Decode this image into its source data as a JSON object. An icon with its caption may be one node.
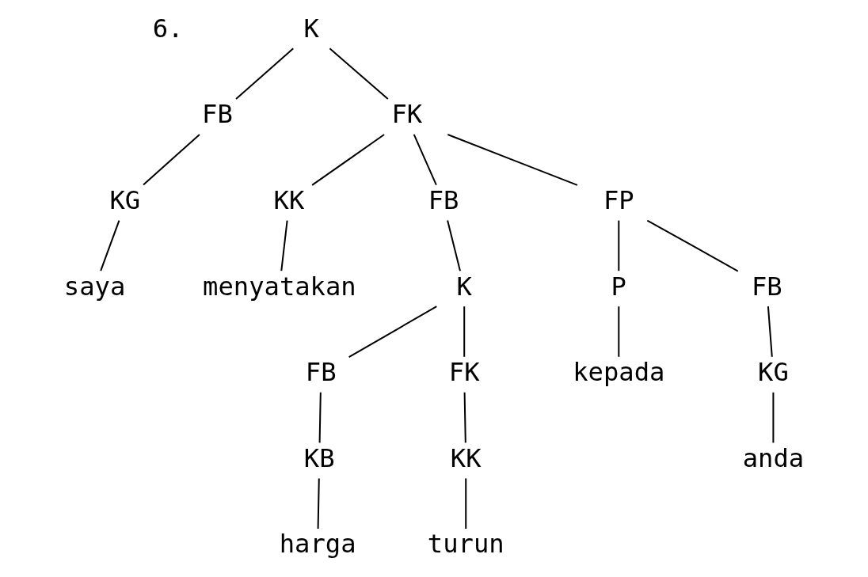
{
  "diagram": {
    "nodes": [
      {
        "text": [
          "K"
        ]
      },
      {
        "text": [
          "FB"
        ]
      },
      {
        "text": [
          "FK"
        ]
      },
      {
        "text": [
          "KK"
        ]
      },
      {
        "text": [
          "FB"
        ]
      },
      {
        "text": [
          "FP"
        ]
      },
      {
        "text": [
          "KG"
        ]
      },
      {
        "text": [
          "menyatakan"
        ]
      },
      {
        "text": [
          "K"
        ]
      },
      {
        "text": [
          "P"
        ]
      },
      {
        "text": [
          "FB"
        ]
      },
      {
        "text": [
          "saya"
        ]
      },
      {
        "text": [
          "FB"
        ]
      },
      {
        "text": [
          "FK"
        ]
      },
      {
        "text": [
          "kepada"
        ]
      },
      {
        "text": [
          "KG"
        ]
      },
      {
        "text": [
          "KB"
        ]
      },
      {
        "text": [
          "KK"
        ]
      },
      {
        "text": [
          "anda"
        ]
      },
      {
        "text": [
          "harga"
        ]
      },
      {
        "text": [
          "turun"
        ]
      }
    ],
    "edges": [
      {
        "from": 0,
        "to": 1,
        "arrow": "none"
      },
      {
        "from": 0,
        "to": 2,
        "arrow": "none"
      },
      {
        "from": 1,
        "to": 6,
        "arrow": "none"
      },
      {
        "from": 6,
        "to": 11,
        "arrow": "none"
      },
      {
        "from": 2,
        "to": 3,
        "arrow": "none"
      },
      {
        "from": 2,
        "to": 4,
        "arrow": "none"
      },
      {
        "from": 2,
        "to": 5,
        "arrow": "none"
      },
      {
        "from": 3,
        "to": 7,
        "arrow": "none"
      },
      {
        "from": 4,
        "to": 8,
        "arrow": "none"
      },
      {
        "from": 8,
        "to": 12,
        "arrow": "none"
      },
      {
        "from": 8,
        "to": 13,
        "arrow": "none"
      },
      {
        "from": 12,
        "to": 16,
        "arrow": "none"
      },
      {
        "from": 16,
        "to": 19,
        "arrow": "none"
      },
      {
        "from": 13,
        "to": 17,
        "arrow": "none"
      },
      {
        "from": 17,
        "to": 20,
        "arrow": "none"
      },
      {
        "from": 5,
        "to": 9,
        "arrow": "none"
      },
      {
        "from": 5,
        "to": 10,
        "arrow": "none"
      },
      {
        "from": 9,
        "to": 14,
        "arrow": "none"
      },
      {
        "from": 10,
        "to": 15,
        "arrow": "none"
      },
      {
        "from": 15,
        "to": 18,
        "arrow": "none"
      }
    ],
    "labels": [
      "6."
    ]
  }
}
